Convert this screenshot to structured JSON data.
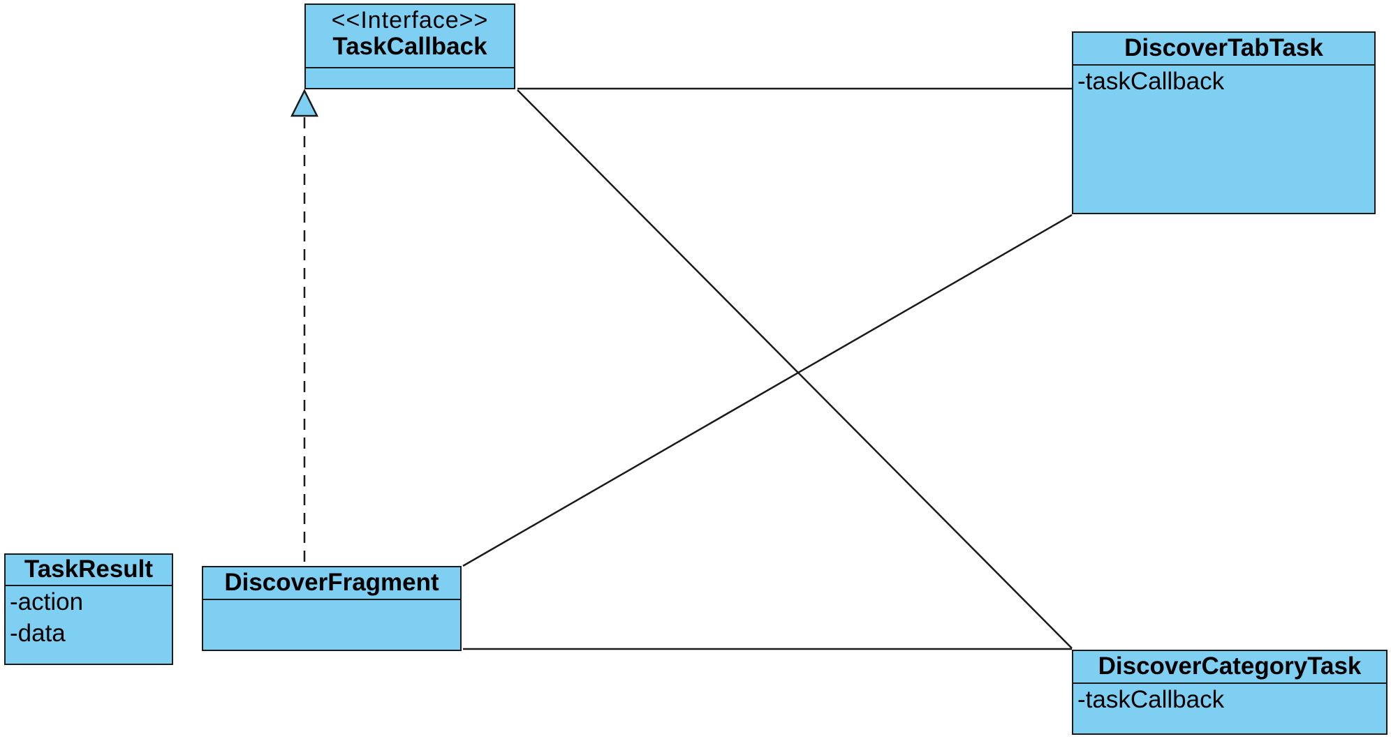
{
  "diagram": {
    "classes": {
      "task_callback": {
        "stereotype": "<<Interface>>",
        "name": "TaskCallback",
        "attributes": []
      },
      "discover_tab_task": {
        "name": "DiscoverTabTask",
        "attributes": [
          "-taskCallback"
        ]
      },
      "task_result": {
        "name": "TaskResult",
        "attributes": [
          "-action",
          "-data"
        ]
      },
      "discover_fragment": {
        "name": "DiscoverFragment",
        "attributes": []
      },
      "discover_category_task": {
        "name": "DiscoverCategoryTask",
        "attributes": [
          "-taskCallback"
        ]
      }
    },
    "relations": [
      {
        "from": "DiscoverFragment",
        "to": "TaskCallback",
        "kind": "realization"
      },
      {
        "from": "TaskCallback",
        "to": "DiscoverTabTask",
        "kind": "association"
      },
      {
        "from": "TaskCallback",
        "to": "DiscoverCategoryTask",
        "kind": "association"
      },
      {
        "from": "DiscoverFragment",
        "to": "DiscoverTabTask",
        "kind": "association"
      },
      {
        "from": "DiscoverFragment",
        "to": "DiscoverCategoryTask",
        "kind": "association"
      }
    ],
    "colors": {
      "class_fill": "#7fcff3",
      "line": "#1a1a1a"
    }
  }
}
